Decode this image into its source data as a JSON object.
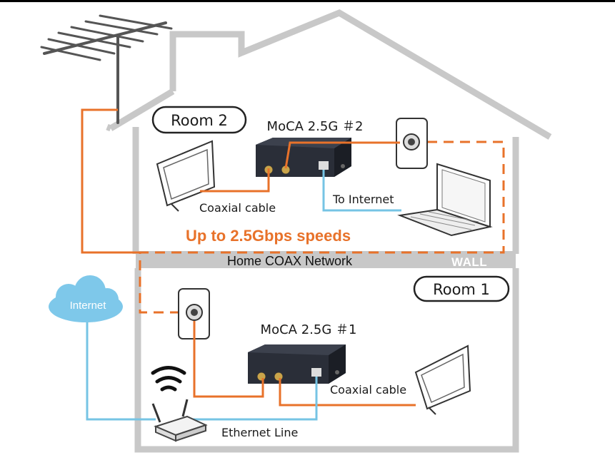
{
  "rooms": {
    "room2": "Room 2",
    "room1": "Room 1"
  },
  "devices": {
    "moca2": "MoCA 2.5G ＃2",
    "moca1": "MoCA 2.5G ＃1"
  },
  "labels": {
    "coax_top": "Coaxial cable",
    "to_internet": "To Internet",
    "speed": "Up to 2.5Gbps speeds",
    "network": "Home COAX Network",
    "wall": "WALL",
    "coax_bottom": "Coaxial cable",
    "ethernet": "Ethernet Line",
    "internet": "Internet"
  },
  "colors": {
    "coax": "#e8722a",
    "ethernet": "#76c4e4",
    "house": "#c8c8c8",
    "cloud": "#7ec8ea"
  }
}
